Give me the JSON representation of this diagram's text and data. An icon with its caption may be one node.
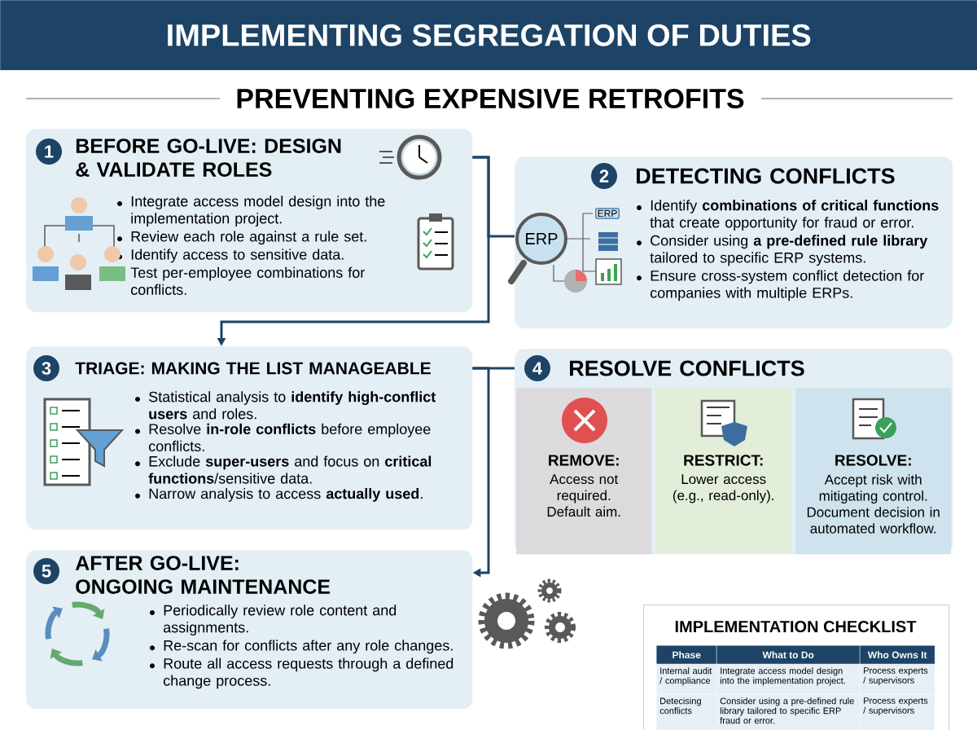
{
  "diagram": {
    "title": "IMPLEMENTING SEGREGATION OF DUTIES",
    "nodes": [
      {
        "text": [
          "1",
          "BEFORE GO-LIVE: DESIGN & VALIDATE ROLES",
          "Integrate access model design into the implementation project.",
          "Review each role against a rule set.",
          "Identify access to sensitive data.",
          "Test per-employee combinations for conflicts."
        ]
      },
      {
        "text": [
          "2",
          "DETECTING CONFLICTS",
          "Identify **combinations of critical functions** that create opportunity for fraud or error.",
          "Consider using **a pre-defined rule library** tailored to specific ERP systems.",
          "Ensure cross-system conflict detection for companies with multiple ERPs."
        ]
      },
      {
        "text": [
          "3",
          "TRIAGE: MAKING THE LIST MANAGEABLE",
          "Statistical analysis to **identify high-conflict users** and roles.",
          "Resolve **in-role conflicts** before employee conflicts.",
          "Exclude **super-users** and focus on **critical functions**/sensitive data.",
          "Narrow analysis to access **actually used**."
        ]
      },
      {
        "text": [
          "4",
          "RESOLVE CONFLICTS"
        ]
      },
      {
        "text": [
          "REMOVE:",
          "Access not required. Default aim."
        ],
        "in": 3
      },
      {
        "text": [
          "RESTRICT:",
          "Lower access (e.g., read-only)."
        ],
        "in": 3
      },
      {
        "text": [
          "RESOLVE:",
          "Accept risk with mitigating control. Document decision in automated workflow."
        ],
        "in": 3
      },
      {
        "text": [
          "5",
          "AFTER GO-LIVE: ONGOING MAINTENANCE",
          "Periodically review role content and assignments.",
          "Re-scan for conflicts after any role changes.",
          "Route all access requests through a defined change process."
        ]
      },
      {
        "text": [
          "IMPLEMENTATION CHECKLIST"
        ]
      }
    ],
    "edges": [
      {
        "from": 0,
        "to": 1,
        "arrow": "none"
      },
      {
        "from": 0,
        "to": 2,
        "arrow": "to"
      },
      {
        "from": 2,
        "to": 3,
        "arrow": "none"
      },
      {
        "from": 2,
        "to": 7,
        "arrow": "to"
      }
    ],
    "labels": [
      "PREVENTING EXPENSIVE RETROFITS",
      "ERP",
      "ERP",
      "Phase",
      "What to Do",
      "Who Owns It",
      "Internal audit / compliance",
      "Integrate access model design into the implementation project.",
      "Process experts / supervisors",
      "Detecising conflicts",
      "Consider using a pre-defined rule library tailored to specific ERP fraud or error.",
      "Process experts / supervisors"
    ]
  }
}
